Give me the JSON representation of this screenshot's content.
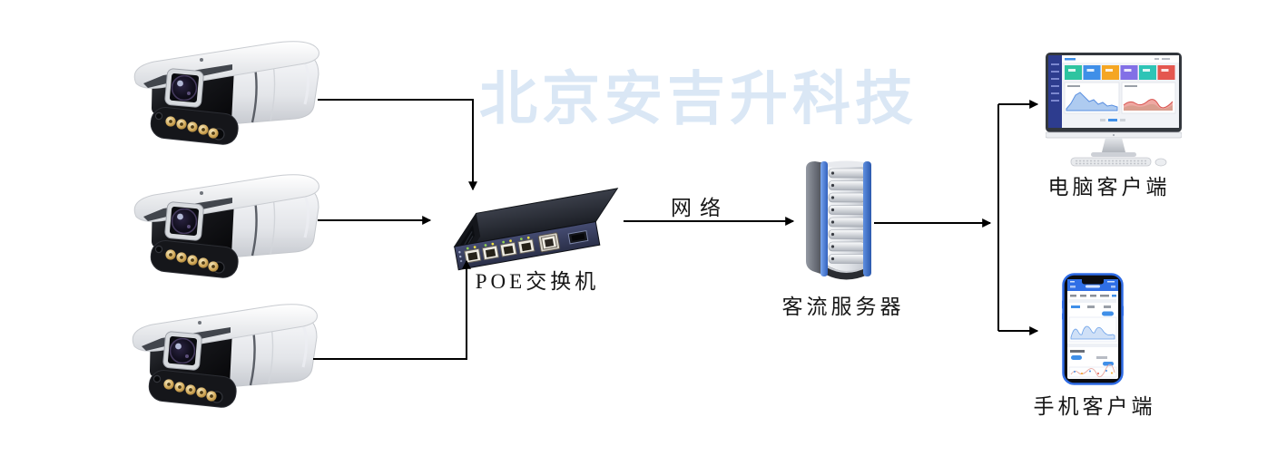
{
  "watermark": {
    "text": "北京安吉升科技"
  },
  "nodes": {
    "camera1": {
      "type": "ip-camera"
    },
    "camera2": {
      "type": "ip-camera"
    },
    "camera3": {
      "type": "ip-camera"
    },
    "poe_switch": {
      "label": "POE交换机"
    },
    "server": {
      "label": "客流服务器"
    },
    "pc_client": {
      "label": "电脑客户端"
    },
    "mobile_client": {
      "label": "手机客户端"
    }
  },
  "edges": {
    "network_label": "网络",
    "connections": [
      {
        "from": "camera-1",
        "to": "poe-switch"
      },
      {
        "from": "camera-2",
        "to": "poe-switch"
      },
      {
        "from": "camera-3",
        "to": "poe-switch"
      },
      {
        "from": "poe-switch",
        "to": "server",
        "label": "网络"
      },
      {
        "from": "server",
        "to": "pc-client"
      },
      {
        "from": "server",
        "to": "mobile-client"
      }
    ]
  },
  "colors": {
    "watermark": "#dae7f5",
    "arrow": "#000000",
    "label_text": "#161616",
    "switch_front": "#3a4161",
    "server_blue": "#4a7fd4",
    "phone_blue": "#2e6be5",
    "dashboard_blue": "#3f8fe8"
  }
}
